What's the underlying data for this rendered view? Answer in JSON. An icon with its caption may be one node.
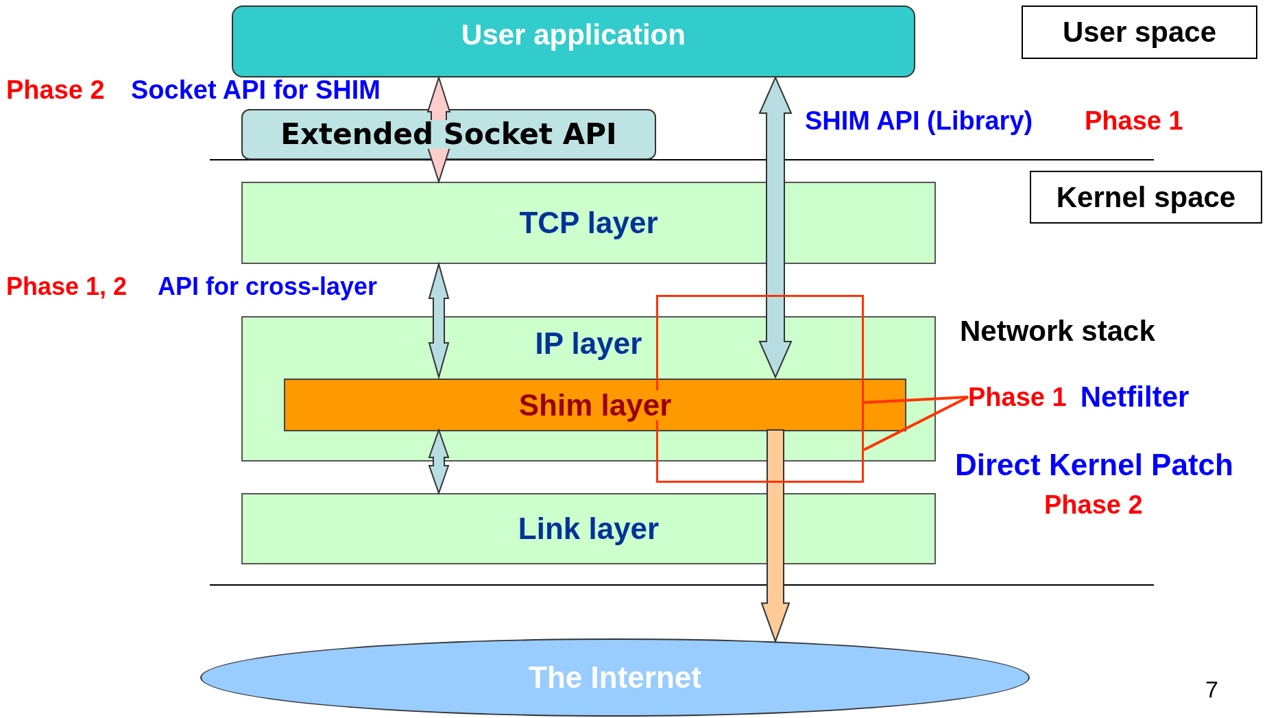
{
  "diagram": {
    "nodes": [
      {
        "text": [
          "User application"
        ]
      },
      {
        "text": [
          "User space"
        ]
      },
      {
        "text": [
          "Extended Socket API"
        ]
      },
      {
        "text": [
          "Kernel space"
        ]
      },
      {
        "text": [
          "TCP layer"
        ]
      },
      {
        "text": [],
        "shape": "box"
      },
      {
        "text": [
          "IP layer"
        ]
      },
      {
        "text": [
          "Shim layer"
        ],
        "in": 6
      },
      {
        "text": [
          "Phase 1",
          "Netfilter"
        ]
      },
      {
        "text": [
          "Link layer"
        ]
      },
      {
        "text": [
          "The Internet"
        ]
      }
    ],
    "edges": [
      {
        "from": 0,
        "to": 4,
        "arrow": "both",
        "color": "#ffcccc"
      },
      {
        "from": 4,
        "to": 7,
        "arrow": "both"
      },
      {
        "from": 7,
        "to": 9,
        "arrow": "both"
      },
      {
        "from": 0,
        "to": 7,
        "arrow": "both"
      },
      {
        "from": 7,
        "to": 10,
        "arrow": "to",
        "color": "#ffcc99"
      },
      {
        "from": 8,
        "to": 5,
        "arrow": "none",
        "color": "#ff3300"
      },
      {
        "from": 8,
        "to": 5,
        "arrow": "none",
        "color": "#ff3300"
      }
    ],
    "labels": [
      "Phase 2",
      "Socket API for SHIM",
      "SHIM API (Library)",
      "Phase 1",
      "Phase 1, 2",
      "API for cross-layer",
      "Network stack",
      "Direct Kernel Patch",
      "Phase 2",
      "7"
    ]
  }
}
